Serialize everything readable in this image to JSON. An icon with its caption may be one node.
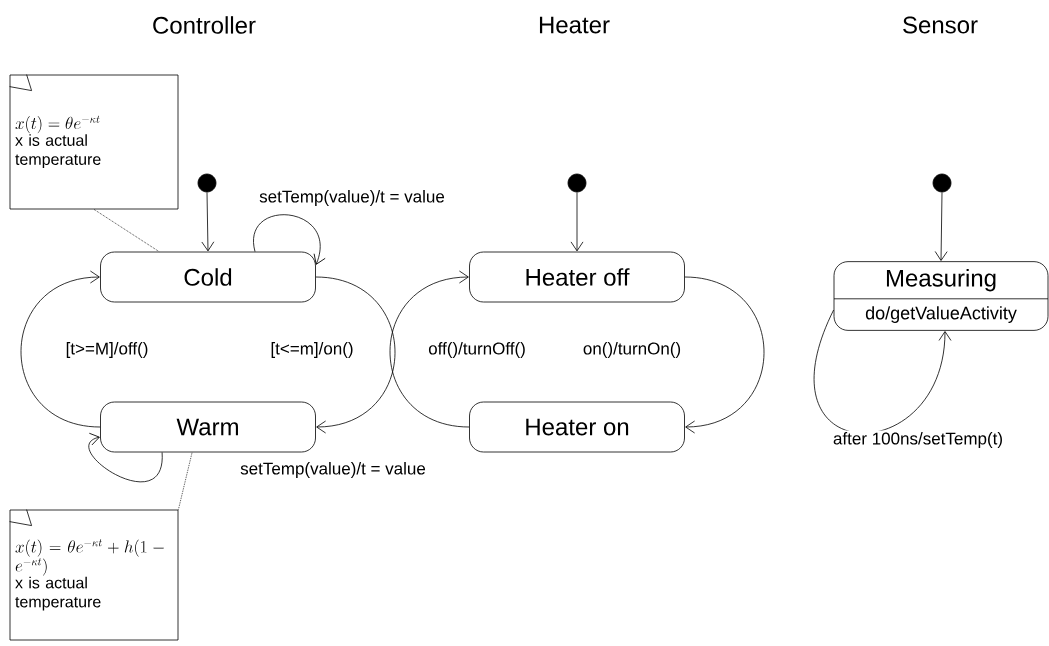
{
  "diagram": {
    "nodes": [
      {
        "text": [
          "x(t)=\\theta e^{-\\kappa t}",
          "x is actual temperature"
        ]
      },
      {
        "text": [],
        "shape": "circle"
      },
      {
        "text": [
          "Cold"
        ]
      },
      {
        "text": [
          "Warm"
        ]
      },
      {
        "text": [
          "x(t)=\\theta e^{-\\kappa t}+h(1-e^{-\\kappa t})",
          "x is actual temperature"
        ]
      },
      {
        "text": [],
        "shape": "circle"
      },
      {
        "text": [
          "Heater off"
        ]
      },
      {
        "text": [
          "Heater on"
        ]
      },
      {
        "text": [],
        "shape": "circle"
      },
      {
        "text": [
          "Measuring",
          "do/getValueActivity"
        ]
      }
    ],
    "edges": [
      {
        "from": 0,
        "to": 2,
        "arrow": "none",
        "style": "dashed"
      },
      {
        "from": 1,
        "to": 2,
        "arrow": "to"
      },
      {
        "from": 2,
        "to": 2,
        "arrow": "to",
        "label": "setTemp(value)/t = value"
      },
      {
        "from": 2,
        "to": 3,
        "arrow": "to",
        "label": "[t<=m]/on()"
      },
      {
        "from": 3,
        "to": 2,
        "arrow": "to",
        "label": "[t>=M]/off()"
      },
      {
        "from": 3,
        "to": 3,
        "arrow": "to",
        "label": "setTemp(value)/t = value"
      },
      {
        "from": 4,
        "to": 3,
        "arrow": "none",
        "style": "dashed"
      },
      {
        "from": 5,
        "to": 6,
        "arrow": "to"
      },
      {
        "from": 6,
        "to": 7,
        "arrow": "to",
        "label": "on()/turnOn()"
      },
      {
        "from": 7,
        "to": 6,
        "arrow": "to",
        "label": "off()/turnOff()"
      },
      {
        "from": 8,
        "to": 9,
        "arrow": "to"
      },
      {
        "from": 9,
        "to": 9,
        "arrow": "to",
        "label": "after 100ns/setTemp(t)"
      }
    ],
    "labels": [
      "Controller",
      "Heater",
      "Sensor"
    ]
  }
}
